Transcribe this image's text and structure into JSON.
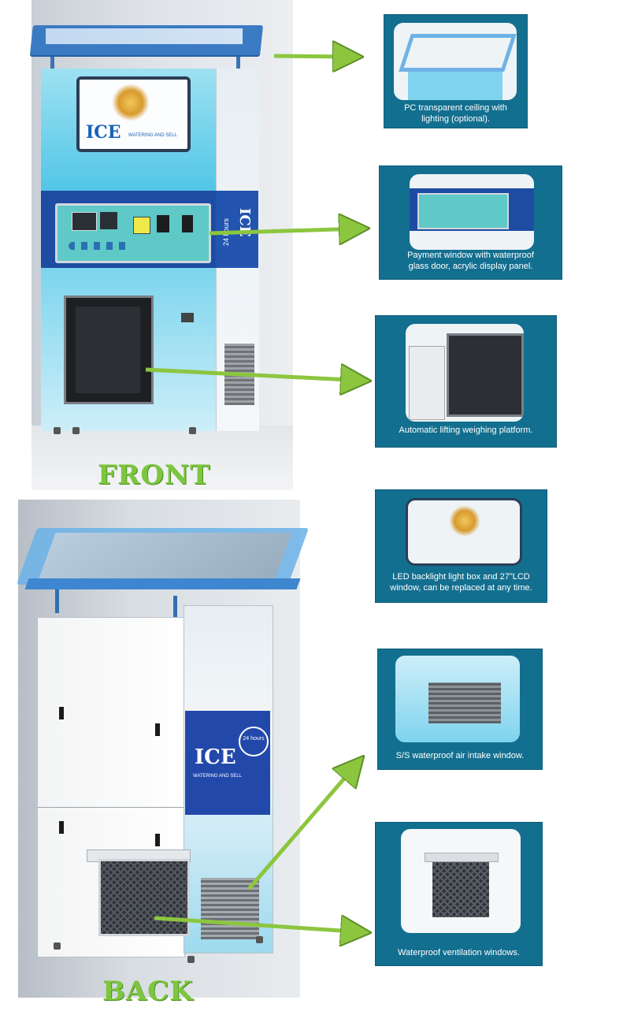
{
  "front": {
    "label": "FRONT",
    "brand_text": "ICE",
    "brand_sub": "WATERING AND SELL",
    "badge_text": "24 hours"
  },
  "back": {
    "label": "BACK",
    "brand_text": "ICE",
    "brand_sub": "WATERING AND SELL",
    "badge_text": "24 hours"
  },
  "callouts": [
    {
      "caption": "PC transparent ceiling with\nlighting (optional).",
      "thumb_icon": "ceiling-thumbnail"
    },
    {
      "caption": "Payment window with waterproof\nglass door, acrylic display panel.",
      "thumb_icon": "payment-window-thumbnail"
    },
    {
      "caption": "Automatic lifting weighing platform.",
      "thumb_icon": "weighing-platform-thumbnail"
    },
    {
      "caption": "LED backlight light box and 27\"LCD\nwindow, can be replaced at any time.",
      "thumb_icon": "lcd-window-thumbnail"
    },
    {
      "caption": "S/S waterproof air intake window.",
      "thumb_icon": "air-intake-thumbnail"
    },
    {
      "caption": "Waterproof ventilation windows.",
      "thumb_icon": "ventilation-thumbnail"
    }
  ],
  "colors": {
    "callout_bg": "#136f8f",
    "arrow": "#8cc63f",
    "label_green": "#7dc63f",
    "brand_blue": "#1e4ca3",
    "ice_cyan": "#4fc5e6"
  }
}
